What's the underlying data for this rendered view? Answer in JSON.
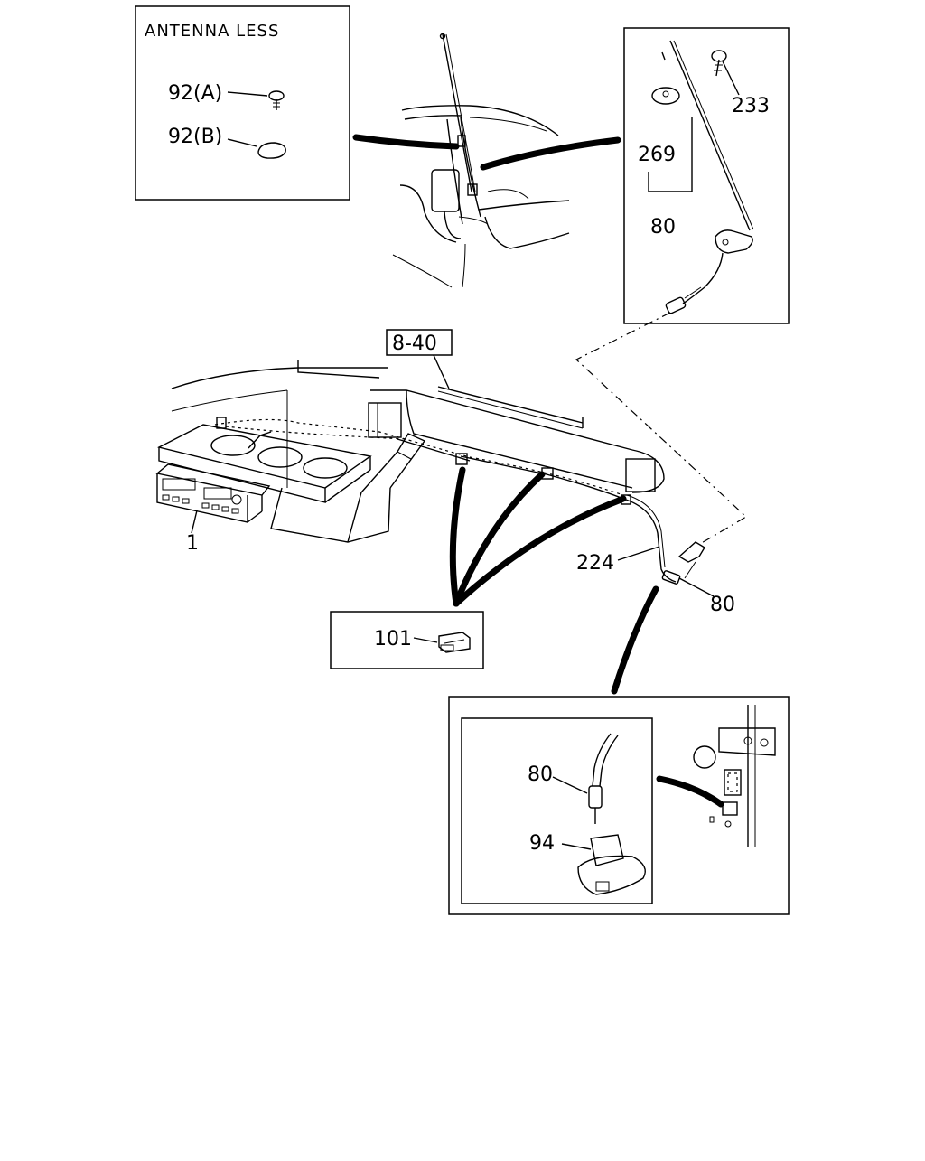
{
  "inset_antenna_less": {
    "title": "ANTENNA LESS",
    "label_a": "92(A)",
    "label_b": "92(B)"
  },
  "inset_antenna": {
    "label_233": "233",
    "label_269": "269",
    "label_80": "80"
  },
  "main": {
    "ref_box": "8-40",
    "label_1": "1",
    "label_224": "224",
    "label_80": "80"
  },
  "clip_box": {
    "label_101": "101"
  },
  "bottom_inset": {
    "label_80": "80",
    "label_94": "94"
  }
}
